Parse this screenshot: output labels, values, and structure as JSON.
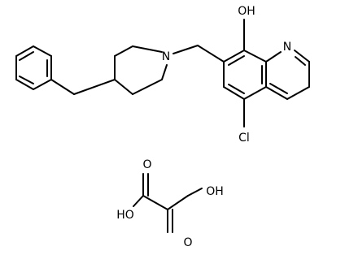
{
  "molecule_1": {
    "atoms": {
      "hydroxyl": "OH",
      "quinoline_nitrogen": "N",
      "piperidine_nitrogen": "N",
      "chlorine": "Cl"
    }
  },
  "molecule_2": {
    "atoms": {
      "carbonyl_oxygen_top": "O",
      "carbonyl_oxygen_bottom": "O",
      "hydroxyl_left": "HO",
      "hydroxyl_right": "OH"
    }
  }
}
